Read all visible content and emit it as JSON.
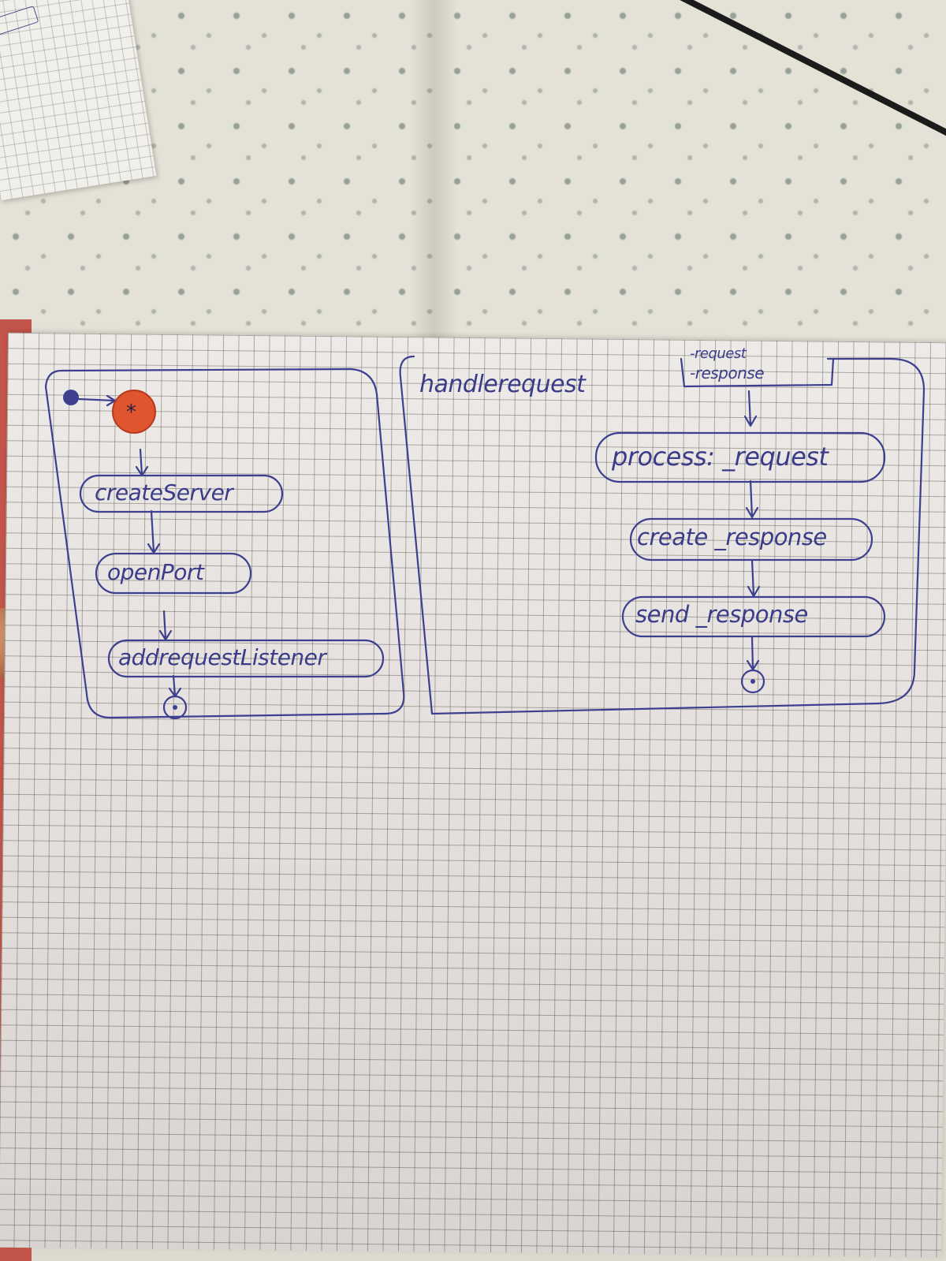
{
  "left_diagram": {
    "initial_marker": "*",
    "actions": [
      "createServer",
      "openPort",
      "addrequestListener"
    ]
  },
  "right_diagram": {
    "activity_name": "handlerequest",
    "parameters": [
      "-request",
      "-response"
    ],
    "actions": [
      "process: _request",
      "create _response",
      "send _response"
    ]
  },
  "colors": {
    "ink": "#3d3f8f",
    "initial_fill": "#e0542e",
    "paper": "#ece9e6"
  }
}
